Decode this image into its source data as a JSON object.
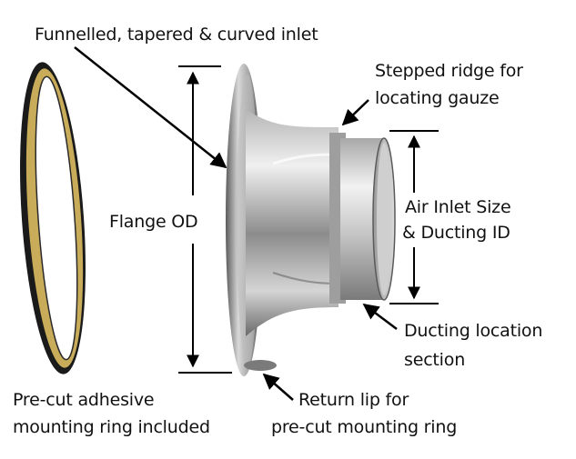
{
  "labels": {
    "inlet": "Funnelled, tapered & curved inlet",
    "ridge_line1": "Stepped ridge for",
    "ridge_line2": "locating gauze",
    "flange": "Flange OD",
    "air_line1": "Air Inlet Size",
    "air_line2": "& Ducting ID",
    "ducting_line1": "Ducting location",
    "ducting_line2": "section",
    "ring_line1": "Pre-cut adhesive",
    "ring_line2": "mounting ring included",
    "lip_line1": "Return lip for",
    "lip_line2": "pre-cut mounting ring"
  },
  "colors": {
    "ring_outer": "#1a1a1a",
    "ring_face": "#c9ac5a",
    "metal_light": "#e8e8e8",
    "metal_dark": "#6e6e6e",
    "annotation": "#000000"
  }
}
